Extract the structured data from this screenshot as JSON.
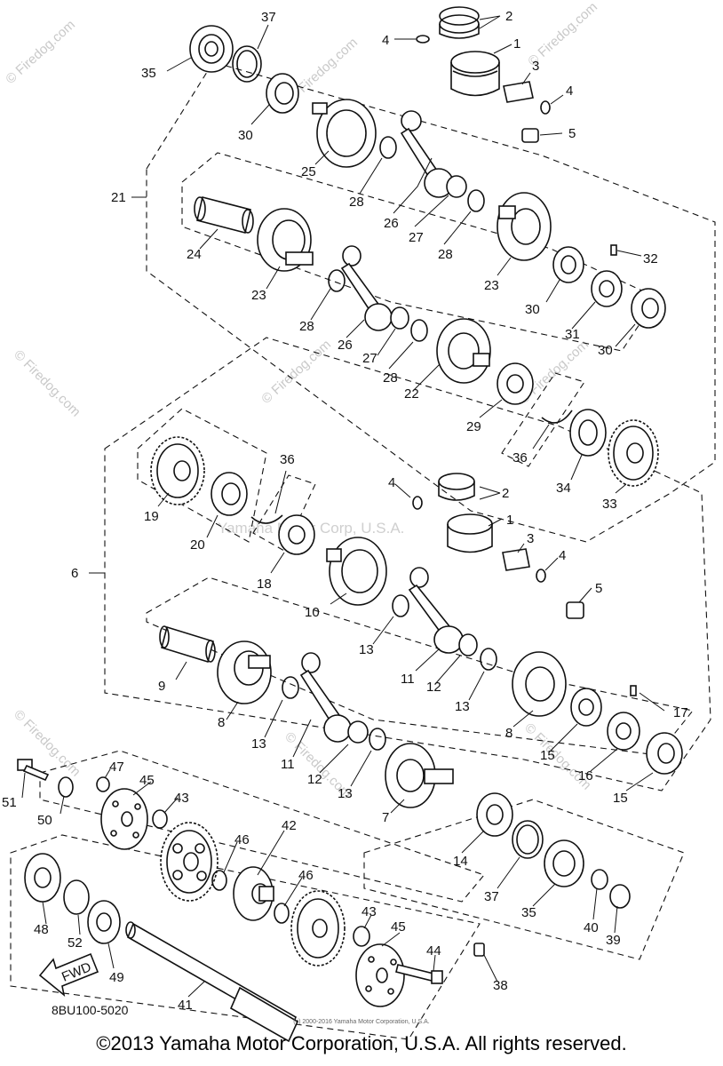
{
  "watermarks": {
    "site": "© Firedog.com",
    "maker": "Yamaha Motor Corp, U.S.A."
  },
  "labels": {
    "p1a": "1",
    "p2a": "2",
    "p3a": "3",
    "p4a": "4",
    "p4b": "4",
    "p5a": "5",
    "p21": "21",
    "p23a": "23",
    "p23b": "23",
    "p24": "24",
    "p25": "25",
    "p26a": "26",
    "p26b": "26",
    "p27a": "27",
    "p27b": "27",
    "p28a": "28",
    "p28b": "28",
    "p28c": "28",
    "p28d": "28",
    "p30a": "30",
    "p30b": "30",
    "p30c": "30",
    "p31": "31",
    "p32": "32",
    "p35a": "35",
    "p37a": "37",
    "p22": "22",
    "p29": "29",
    "p33": "33",
    "p34": "34",
    "p36a": "36",
    "p36b": "36",
    "p19": "19",
    "p20": "20",
    "p18": "18",
    "p6": "6",
    "p1b": "1",
    "p2b": "2",
    "p3b": "3",
    "p4c": "4",
    "p4d": "4",
    "p5b": "5",
    "p10": "10",
    "p9": "9",
    "p8a": "8",
    "p8b": "8",
    "p11a": "11",
    "p11b": "11",
    "p12a": "12",
    "p12b": "12",
    "p13a": "13",
    "p13b": "13",
    "p13c": "13",
    "p13d": "13",
    "p15a": "15",
    "p15b": "15",
    "p16": "16",
    "p17": "17",
    "p7": "7",
    "p14": "14",
    "p37b": "37",
    "p35b": "35",
    "p40": "40",
    "p39": "39",
    "p51": "51",
    "p50": "50",
    "p47": "47",
    "p45a": "45",
    "p45b": "45",
    "p43a": "43",
    "p43b": "43",
    "p42": "42",
    "p46a": "46",
    "p46b": "46",
    "p48": "48",
    "p52": "52",
    "p49": "49",
    "p41": "41",
    "p44": "44",
    "p38": "38",
    "fwd": "FWD"
  },
  "diagram_code": "8BU100-5020",
  "fine_print": "(c) 2000-2016 Yamaha Motor Corporation, U.S.A.",
  "copyright": "©2013 Yamaha Motor Corporation, U.S.A. All rights reserved."
}
